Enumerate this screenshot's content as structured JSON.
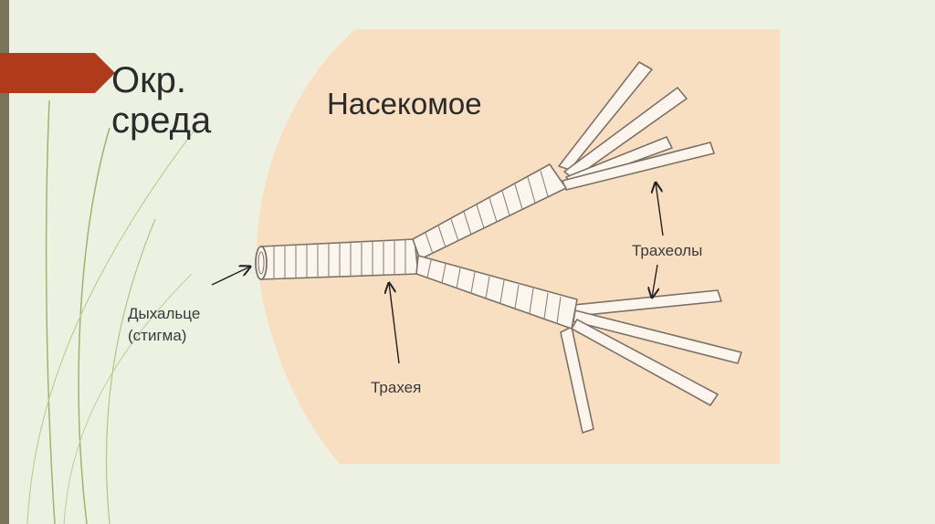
{
  "slide": {
    "title_line1": "Окр.",
    "title_line2": "среда"
  },
  "diagram": {
    "body_label": "Насекомое",
    "spiracle_label_line1": "Дыхальце",
    "spiracle_label_line2": "(стигма)",
    "trachea_label": "Трахея",
    "tracheoles_label": "Трахеолы"
  },
  "colors": {
    "background": "#edf1e2",
    "body_fill": "#f8dfc2",
    "marker_red": "#b03a1c",
    "accent_line": "#a3b16a"
  }
}
